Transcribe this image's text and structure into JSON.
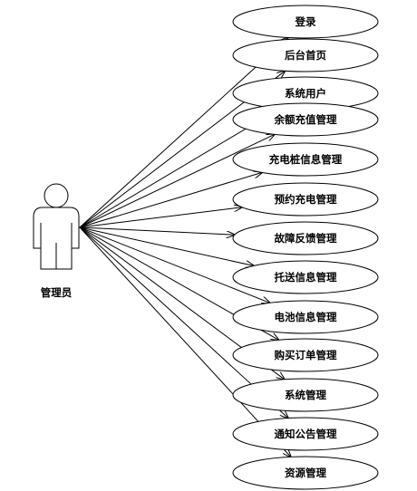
{
  "actor": {
    "label": "管理员",
    "icon": "stick-figure-actor"
  },
  "use_cases": [
    {
      "label": "登录"
    },
    {
      "label": "后台首页"
    },
    {
      "label": "系统用户"
    },
    {
      "label": "余额充值管理"
    },
    {
      "label": "充电桩信息管理"
    },
    {
      "label": "预约充电管理"
    },
    {
      "label": "故障反馈管理"
    },
    {
      "label": "托送信息管理"
    },
    {
      "label": "电池信息管理"
    },
    {
      "label": "购买订单管理"
    },
    {
      "label": "系统管理"
    },
    {
      "label": "通知公告管理"
    },
    {
      "label": "资源管理"
    }
  ],
  "colors": {
    "stroke": "#000000",
    "fill": "#ffffff",
    "text": "#000000"
  }
}
